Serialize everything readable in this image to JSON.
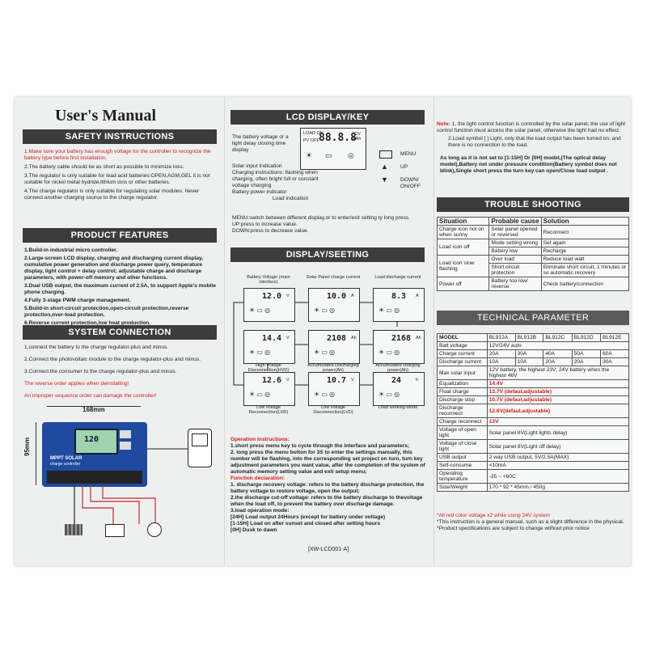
{
  "col1": {
    "title": "User's Manual",
    "safety_heading": "SAFETY INSTRUCTIONS",
    "safety": [
      {
        "n": "1.",
        "text": "Make sure your battery has enough voltage for the controller to recognize the battery type before first installation.",
        "red": true
      },
      {
        "n": "2.",
        "text": "The battery cable should be as short as possible to minimize loss.",
        "red": false
      },
      {
        "n": "3.",
        "text": "The regulator is only suitable for lead acid batteries:OPEN,AGM,GEL it is not suitable for nickel metal hydride,lithium ions or other batteries.",
        "red": false
      },
      {
        "n": "4.",
        "text": "The charge regulator is only suitable for regulating solar modules. Never connect another charging source to the charge regulator.",
        "red": false
      }
    ],
    "features_heading": "PRODUCT FEATURES",
    "features": [
      "1.Build-in industrial micro controller.",
      "2.Large-screen LCD display, charging and discharging current display, cumulative power generation and discharge power query, temperature display, light control + delay control; adjustable charge and discharge parameters, with power-off memory and other functions.",
      "3.Dual USB output, the maximum current of 2.5A, to support Apple's mobile phone charging.",
      "4.Fully 3-stage PWM charge management.",
      "5.Build-in short-circuit protection,open-circuit protection,reverse protection,over-load protection.",
      "6.Reverse current protection,low heat production."
    ],
    "system_heading": "SYSTEM CONNECTION",
    "system": [
      "1.connect the battery to the charge regulator-plus and minus.",
      "2.Connect the photovoltaic module to the charge regulator-plus and minus.",
      "3.Connect the consumer to the charge regulator-plus and minus."
    ],
    "system_red1": "The reverse order applies when deinstalling!",
    "system_red2": "An improper sequence order can damage the controller!",
    "dim_width": "168mm",
    "dim_height": "95mm",
    "device_label1": "MPPT SOLAR",
    "device_label2": "charge controller",
    "device_lcd": "120"
  },
  "col2": {
    "lcd_heading": "LCD DISPLAY/KEY",
    "lcd_digits": "88.8.8",
    "lcd_labels": {
      "voltage_light": "The battery voltage or a light delay closing time display",
      "solar_ind": "Solar input Indication",
      "charging_ind": "Charging instructions: flashing when charging, often bright full or constant voltage charging",
      "battery_ind": "Battery power indicator",
      "load_ind": "Load indication",
      "load_on": "LOAD ON",
      "pv_off": "PV OFF",
      "units": "°CV KAh"
    },
    "keys": [
      {
        "icon": "menu-icon",
        "label": "MENU"
      },
      {
        "icon": "up-icon",
        "label": "UP"
      },
      {
        "icon": "down-icon",
        "label": "DOWN/ ON/OFF"
      }
    ],
    "key_desc": [
      "MENU:switch between different display,or to enter/exit setting ty long press.",
      "UP:press to increase value.",
      "DOWN:press to decrease value."
    ],
    "display_heading": "DISPLAY/SEETING",
    "screens": [
      {
        "label": "Battery Voltage (main interface)",
        "value": "12.0",
        "unit": "V",
        "pos": "top"
      },
      {
        "label": "Solar Panel charge current",
        "value": "10.0",
        "unit": "A",
        "pos": "top"
      },
      {
        "label": "Load discharge current",
        "value": "8.3",
        "unit": "A",
        "pos": "top"
      },
      {
        "label": "High Voltage Disconnection(HVD)",
        "value": "14.4",
        "unit": "V",
        "pos": "bottom"
      },
      {
        "label": "Accumulated Discharging power(Ah)",
        "value": "2108",
        "unit": "Ah",
        "pos": "bottom"
      },
      {
        "label": "Accumulated charging power(Ah)",
        "value": "2168",
        "unit": "Ah",
        "pos": "bottom"
      },
      {
        "label": "Low voltage Reconnection(LVR)",
        "value": "12.6",
        "unit": "V",
        "pos": "bottom"
      },
      {
        "label": "Low voltage Disconnection(LVD)",
        "value": "10.7",
        "unit": "V",
        "pos": "bottom"
      },
      {
        "label": "Load working Mode",
        "value": "24",
        "unit": "h",
        "pos": "bottom"
      }
    ],
    "ops_heading": "Operation instructions:",
    "ops": [
      "1.short press menu key to cycle through the interface and parameters;",
      "2. long press the menu button for 3S to enter the settings manually, this number will be flashing, into the corresponding set project on turn, turn key adjustment parameters you want value, after the completion of the system of automatic memory setting value and exit setup menu;"
    ],
    "func_heading": "Function declaration:",
    "func": [
      "1. discharge recovery voltage: refers to the battery discharge protection, the battery voltage to restore voltage, open the output;",
      "2.the discharge cut-off voltage: refers to the battery discharge to thevoltage when the load off, to prevent the battery over discharge damage.",
      "3.load operation mode:",
      "[24H]    Load output 24Hours (except for battery under voltage)",
      "[1-15H] Load on after sunset and closed after setting hours",
      "[0H]  Dusk to dawn"
    ],
    "model_code": "[XW-LCD001-A]"
  },
  "col3": {
    "note_label": "Note:",
    "note": [
      "1, the light control function is controlled by the solar panel, the use of light control function must access the solar panel, otherwise the light had no effect.",
      "2.Load symbol [ ] Light, only that the load output has been turned on, and there is no connection to the load."
    ],
    "note_extra": "As long as it is not set to [1-15H] Or [0H] model,(The optical delay model),Battery not under pressure condition(Battery symbol does not blink),Single short press the turn key can open/Close load output .",
    "trouble_heading": "TROUBLE SHOOTING",
    "trouble_cols": [
      "Situation",
      "Probable cause",
      "Solution"
    ],
    "trouble_rows": [
      [
        "Charge icon not on when sunny",
        "Solar panel opened or reversed",
        "Reconnect"
      ],
      [
        "Load icon off",
        "Mode setting wrong",
        "Set again"
      ],
      [
        "",
        "Battery low",
        "Recharge"
      ],
      [
        "Load icon slow flashing",
        "Over load",
        "Reduce load watt"
      ],
      [
        "",
        "Short circuit protection",
        "Eliminate short circuit, 1 minutes or so automatic recovery"
      ],
      [
        "Power off",
        "Battery too low/ reverse",
        "Check battery/connection"
      ]
    ],
    "tech_heading": "TECHNICAL PARAMETER",
    "models": [
      "MODEL",
      "BL912A",
      "BL912B",
      "BL912C",
      "BL912D",
      "BL912E"
    ],
    "tech_rows": [
      {
        "k": "Batt voltage",
        "v": [
          "12V/24V  auto"
        ],
        "span": true,
        "red": false
      },
      {
        "k": "Charge current",
        "v": [
          "20A",
          "30A",
          "40A",
          "50A",
          "60A"
        ],
        "span": false,
        "red": false
      },
      {
        "k": "Discharge current",
        "v": [
          "10A",
          "10A",
          "20A",
          "20A",
          "30A"
        ],
        "span": false,
        "red": false
      },
      {
        "k": "Max solar input",
        "v": [
          "12V battery, the highest 23V; 24V battery when the highest 46V"
        ],
        "span": true,
        "red": false
      },
      {
        "k": "Equalization",
        "v": [
          "14.4V"
        ],
        "span": true,
        "red": true
      },
      {
        "k": "Float charge",
        "v": [
          "13.7V  (defaul,adjustable)"
        ],
        "span": true,
        "red": true
      },
      {
        "k": "Discharge stop",
        "v": [
          "10.7V  (defaul,adjustable)"
        ],
        "span": true,
        "red": true
      },
      {
        "k": "Discharge reconnect",
        "v": [
          "12.6V(defaul,adjustable)"
        ],
        "span": true,
        "red": true
      },
      {
        "k": "Charge reconnect",
        "v": [
          "13V"
        ],
        "span": true,
        "red": true
      },
      {
        "k": "Voltage of open light",
        "v": [
          "Solar panel 8V(Light lights delay)"
        ],
        "span": true,
        "red": false
      },
      {
        "k": "Voltage of close light",
        "v": [
          "Solar panel 8V(Light off delay)"
        ],
        "span": true,
        "red": false
      },
      {
        "k": "USB output",
        "v": [
          "2 way USB output,  5V/2.5A(MAX)"
        ],
        "span": true,
        "red": false
      },
      {
        "k": "Self-consume",
        "v": [
          "<10mA"
        ],
        "span": true,
        "red": false
      },
      {
        "k": "Operating temperature",
        "v": [
          "-35 ~ +60C"
        ],
        "span": true,
        "red": false
      },
      {
        "k": "Size/Weight",
        "v": [
          "170 * 92 * 45mm  /  450g"
        ],
        "span": true,
        "red": false
      }
    ],
    "footnotes": [
      {
        "text": "*All red color voltage x2 while using 24V system",
        "red": true
      },
      {
        "text": "*This instruction is a general manual, such as a slight difference in the physical.",
        "red": false
      },
      {
        "text": "*Product specifications are subject to change without prior notice",
        "red": false
      }
    ]
  }
}
